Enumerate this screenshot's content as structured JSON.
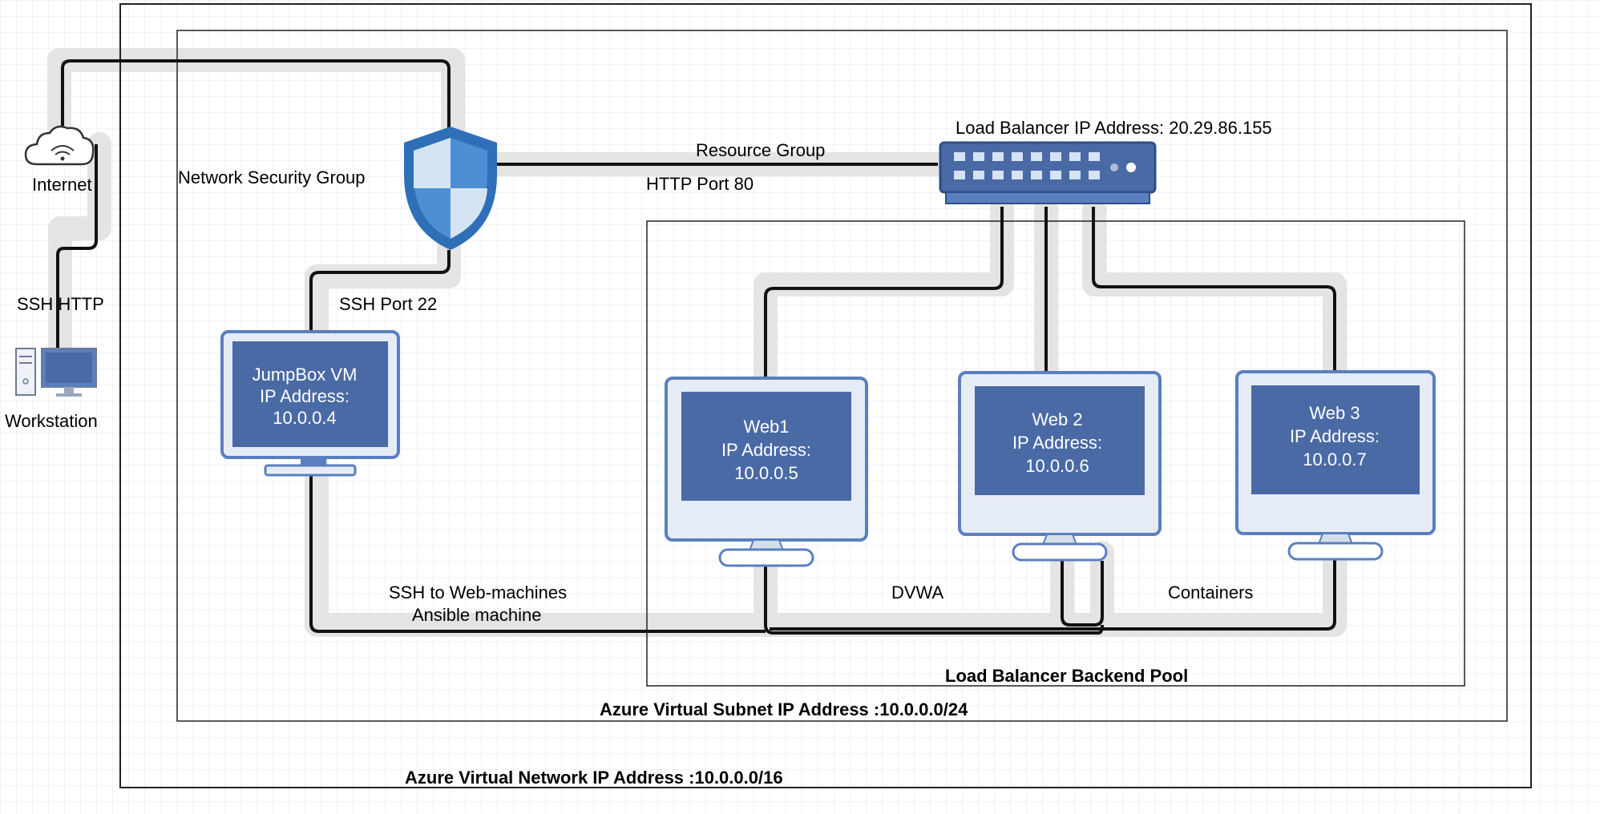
{
  "labels": {
    "internet": "Internet",
    "ssh_http": "SSH HTTP",
    "workstation": "Workstation",
    "nsg": "Network Security Group",
    "resource_group": "Resource Group",
    "http_port": "HTTP Port 80",
    "lb": "Load Balancer  IP Address: 20.29.86.155",
    "ssh_port": "SSH Port 22",
    "ssh_web": "SSH to Web-machines",
    "ansible": "Ansible machine",
    "dvwa": "DVWA",
    "containers": "Containers",
    "backend_pool": "Load Balancer Backend Pool",
    "subnet": "Azure Virtual Subnet IP Address :10.0.0.0/24",
    "vnet": "Azure Virtual Network IP Address :10.0.0.0/16"
  },
  "monitors": {
    "jumpbox": [
      "JumpBox VM",
      "IP Address:",
      "10.0.0.4"
    ],
    "web1": [
      "Web1",
      "IP Address:",
      "10.0.0.5"
    ],
    "web2": [
      "Web 2",
      "IP Address:",
      "10.0.0.6"
    ],
    "web3": [
      "Web 3",
      "IP Address:",
      "10.0.0.7"
    ]
  },
  "colors": {
    "grid": "#dfe4f0",
    "halo": "#e4e4e4",
    "monitor_frame": "#5a7fbf",
    "monitor_screen": "#4a6aa6",
    "monitor_bezel": "#e6ecf6",
    "shield_dark": "#2e6fb8",
    "shield_light": "#d4e4f3"
  }
}
